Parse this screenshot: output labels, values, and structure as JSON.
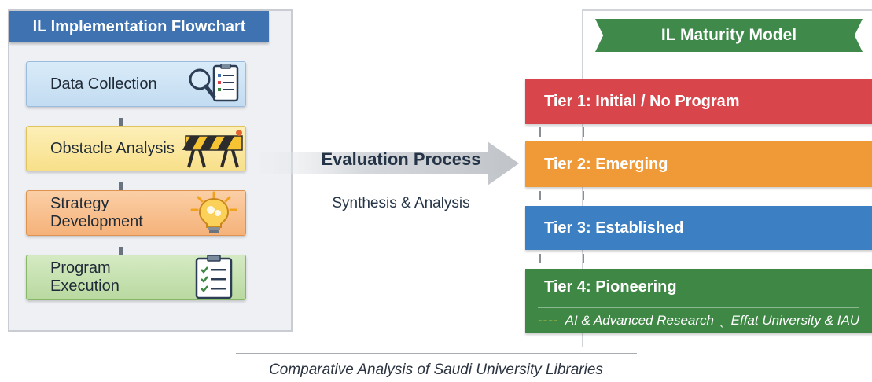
{
  "flowchart": {
    "title": "IL Implementation Flowchart",
    "steps": [
      {
        "label": "Data Collection",
        "icon": "magnifier-clipboard-icon"
      },
      {
        "label": "Obstacle Analysis",
        "icon": "barrier-icon"
      },
      {
        "label": "Strategy Development",
        "icon": "lightbulb-icon"
      },
      {
        "label": "Program Execution",
        "icon": "checklist-icon"
      }
    ]
  },
  "evaluation": {
    "title": "Evaluation Process",
    "subtitle": "Synthesis & Analysis"
  },
  "maturity": {
    "title": "IL Maturity Model",
    "tiers": [
      {
        "label": "Tier 1: Initial / No Program",
        "color": "#d8464b"
      },
      {
        "label": "Tier 2: Emerging",
        "color": "#ef9a36"
      },
      {
        "label": "Tier 3: Established",
        "color": "#3c7fc2"
      },
      {
        "label": "Tier 4: Pioneering",
        "color": "#3e8744"
      }
    ],
    "tier4_detail": {
      "lead": "----",
      "topic": "AI & Advanced Research",
      "separator": "ˎ",
      "example": "Effat University & IAU"
    }
  },
  "footer": "Comparative Analysis of Saudi University Libraries"
}
